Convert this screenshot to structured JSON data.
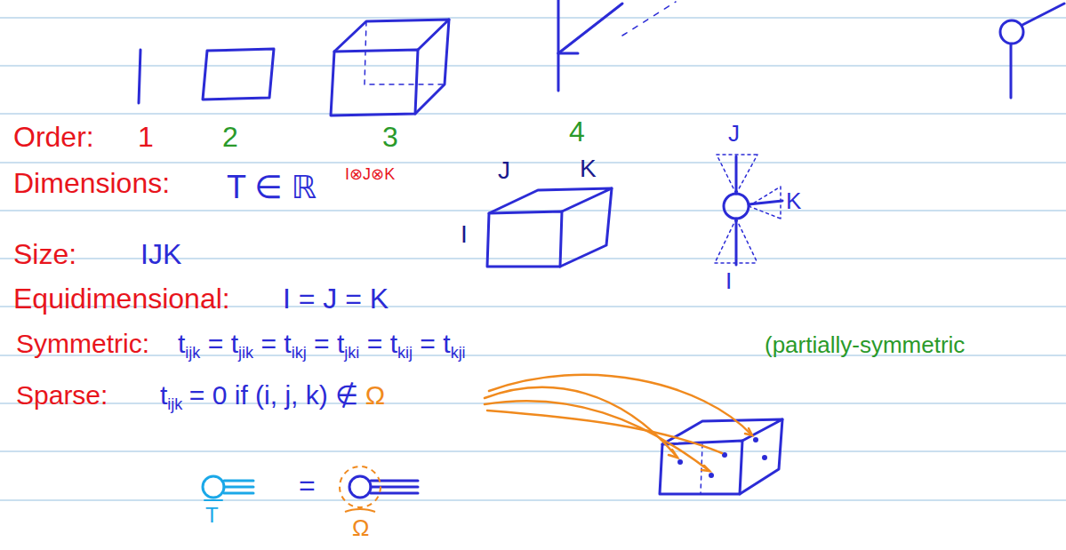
{
  "diagram": {
    "labels": [
      "Order:",
      "1",
      "2",
      "3",
      "4",
      "Dimensions:",
      "T ∈ ℝ",
      "I⊗J⊗K",
      "J",
      "K",
      "I",
      "J",
      "K",
      "I",
      "Size:",
      "IJK",
      "Equidimensional:",
      "I = J = K",
      "Symmetric:",
      "t",
      "ijk",
      "=",
      "t",
      "jik",
      "=",
      "t",
      "ikj",
      "=",
      "t",
      "jki",
      "=",
      "t",
      "kij",
      "=",
      "t",
      "kji",
      "(partially-symmetric",
      "Sparse:",
      "t",
      "ijk",
      "= 0 if (i, j, k) ∉",
      "Ω",
      "T",
      "=",
      "Ω"
    ]
  }
}
